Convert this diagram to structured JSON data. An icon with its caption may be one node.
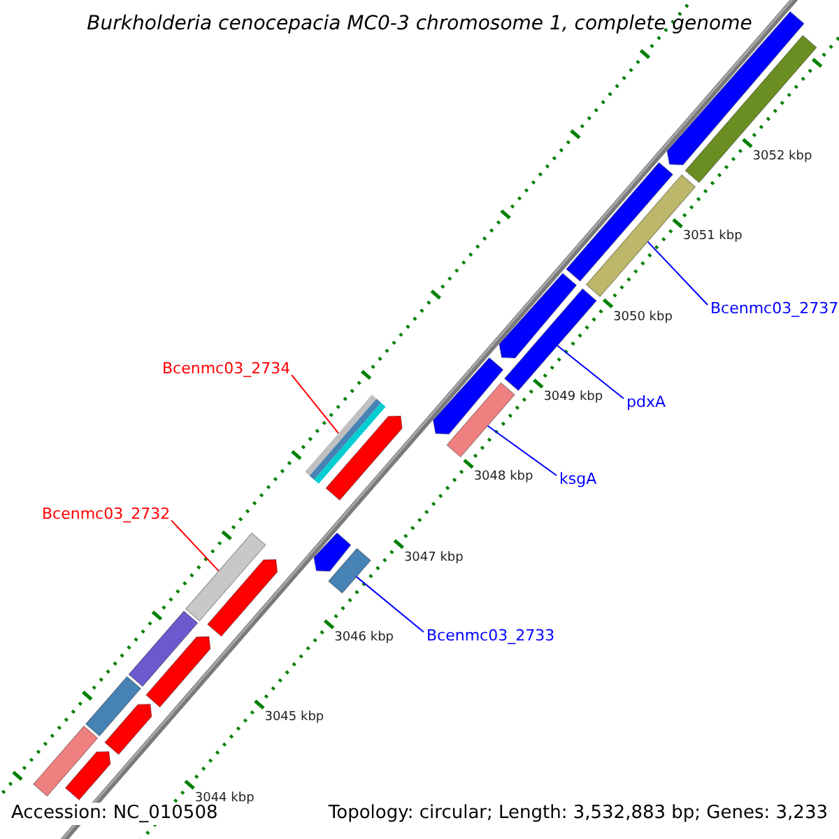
{
  "diagram": {
    "title": "Burkholderia cenocepacia MC0-3 chromosome 1, complete genome",
    "nodes": [
      {
        "text": [
          "Bcenmc03_2737"
        ]
      },
      {
        "text": [
          "Bcenmc03_2734"
        ]
      },
      {
        "text": [
          "pdxA"
        ]
      },
      {
        "text": [
          "ksgA"
        ]
      },
      {
        "text": [
          "Bcenmc03_2732"
        ]
      },
      {
        "text": [
          "Bcenmc03_2733"
        ]
      },
      {
        "text": [],
        "shape": "bar"
      },
      {
        "text": [],
        "shape": "bar"
      },
      {
        "text": [],
        "shape": "bar"
      },
      {
        "text": [],
        "shape": "bar"
      },
      {
        "text": [],
        "shape": "bar"
      },
      {
        "text": [],
        "shape": "bar"
      },
      {
        "text": [],
        "shape": "bar"
      },
      {
        "text": [],
        "shape": "bar"
      },
      {
        "text": [],
        "shape": "bar"
      },
      {
        "text": [],
        "shape": "bar"
      },
      {
        "text": [],
        "shape": "bar"
      },
      {
        "text": [],
        "shape": "bar"
      },
      {
        "text": [],
        "shape": "bar"
      },
      {
        "text": [],
        "shape": "bar"
      },
      {
        "text": [],
        "shape": "bar"
      },
      {
        "text": [],
        "shape": "bar"
      },
      {
        "text": [],
        "shape": "bar"
      },
      {
        "text": [],
        "shape": "bar"
      },
      {
        "text": [],
        "shape": "bar"
      },
      {
        "text": [],
        "shape": "bar"
      }
    ],
    "edges": [
      {
        "from": 0,
        "to": 9,
        "arrow": "none"
      },
      {
        "from": 1,
        "to": 14,
        "arrow": "none",
        "color": "#ff0000"
      },
      {
        "from": 2,
        "to": 11,
        "arrow": "none"
      },
      {
        "from": 3,
        "to": 13,
        "arrow": "none"
      },
      {
        "from": 4,
        "to": 18,
        "arrow": "none",
        "color": "#ff0000"
      },
      {
        "from": 5,
        "to": 17,
        "arrow": "none"
      }
    ],
    "labels": [
      "3052 kbp",
      "3051 kbp",
      "3050 kbp",
      "3049 kbp",
      "3048 kbp",
      "3047 kbp",
      "3046 kbp",
      "3045 kbp",
      "3044 kbp",
      "Accession: NC_010508",
      "Topology: circular; Length: 3,532,883 bp; Genes: 3,233"
    ]
  }
}
